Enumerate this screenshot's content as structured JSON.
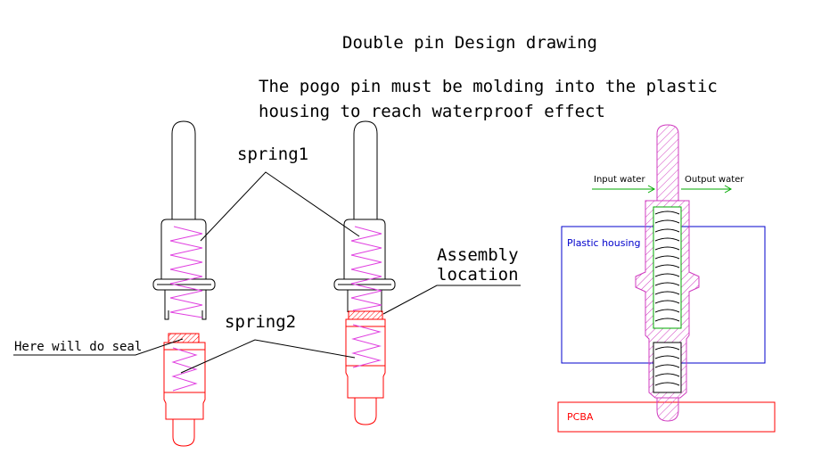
{
  "title": "Double pin Design drawing",
  "description_line1": "The pogo pin must be molding into the plastic",
  "description_line2": "housing to reach waterproof effect",
  "labels": {
    "spring1": "spring1",
    "spring2": "spring2",
    "assembly_line1": "Assembly",
    "assembly_line2": "location",
    "seal": "Here will do seal",
    "input_water": "Input water",
    "output_water": "Output water",
    "plastic_housing": "Plastic housing",
    "pcba": "PCBA"
  },
  "colors": {
    "outline_black": "#000000",
    "part_red": "#ff0000",
    "spring_magenta": "#e040e0",
    "housing_blue": "#0000cc",
    "water_green": "#00aa00",
    "hatch_magenta": "#d03cc0"
  }
}
